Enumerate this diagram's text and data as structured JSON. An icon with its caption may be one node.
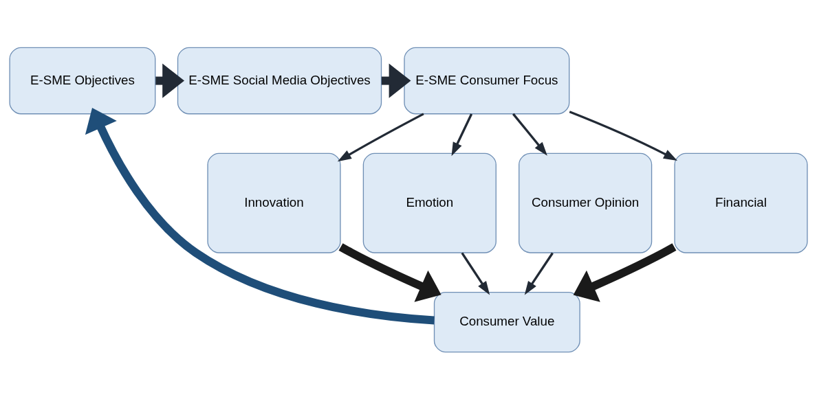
{
  "diagram": {
    "nodes": [
      {
        "text": [
          "E-SME Objectives"
        ]
      },
      {
        "text": [
          "E-SME Social Media Objectives"
        ]
      },
      {
        "text": [
          "E-SME Consumer Focus"
        ]
      },
      {
        "text": [
          "Innovation"
        ]
      },
      {
        "text": [
          "Emotion"
        ]
      },
      {
        "text": [
          "Consumer Opinion"
        ]
      },
      {
        "text": [
          "Financial"
        ]
      },
      {
        "text": [
          "Consumer Value"
        ]
      }
    ],
    "edges": [
      {
        "from": 0,
        "to": 1,
        "arrow": "to",
        "style": "thick"
      },
      {
        "from": 1,
        "to": 2,
        "arrow": "to",
        "style": "thick"
      },
      {
        "from": 2,
        "to": 3,
        "arrow": "to"
      },
      {
        "from": 2,
        "to": 4,
        "arrow": "to"
      },
      {
        "from": 2,
        "to": 5,
        "arrow": "to"
      },
      {
        "from": 2,
        "to": 6,
        "arrow": "to"
      },
      {
        "from": 3,
        "to": 7,
        "arrow": "to",
        "style": "thick",
        "color": "#1a1a1a"
      },
      {
        "from": 4,
        "to": 7,
        "arrow": "to"
      },
      {
        "from": 5,
        "to": 7,
        "arrow": "to"
      },
      {
        "from": 6,
        "to": 7,
        "arrow": "to",
        "style": "thick",
        "color": "#1a1a1a"
      },
      {
        "from": 7,
        "to": 0,
        "arrow": "to",
        "style": "thick",
        "color": "#1f4e79"
      }
    ]
  }
}
